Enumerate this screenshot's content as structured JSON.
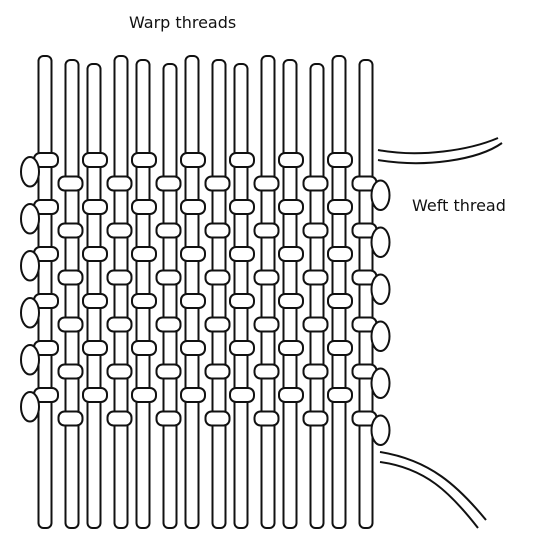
{
  "labels": {
    "warp": "Warp threads",
    "weft": "Weft thread"
  },
  "weave": {
    "warp_count": 14,
    "weft_passes": 12,
    "pattern": "plain weave (over-under)"
  },
  "colors": {
    "ink": "#111111",
    "fill": "#ffffff"
  }
}
